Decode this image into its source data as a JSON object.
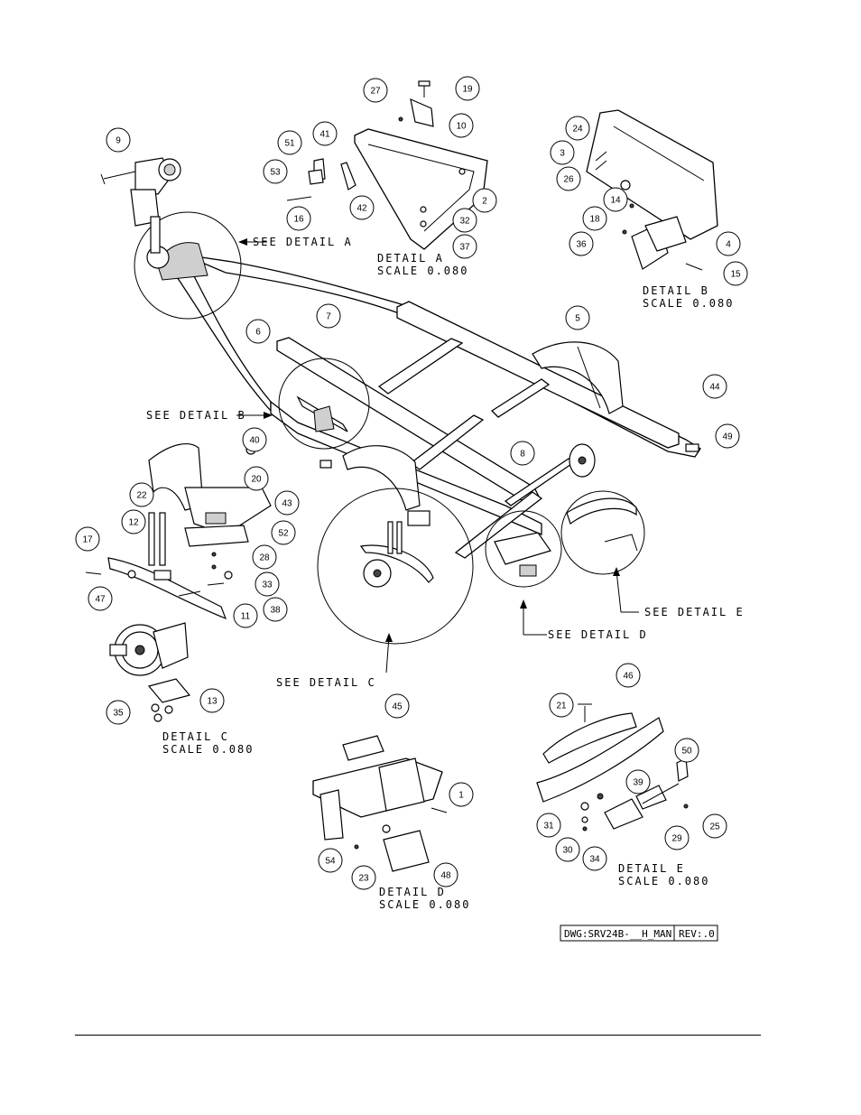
{
  "balloons": [
    "1",
    "2",
    "3",
    "4",
    "5",
    "6",
    "7",
    "8",
    "9",
    "10",
    "11",
    "12",
    "13",
    "14",
    "15",
    "16",
    "17",
    "18",
    "19",
    "20",
    "21",
    "22",
    "23",
    "24",
    "25",
    "26",
    "27",
    "28",
    "29",
    "30",
    "31",
    "32",
    "33",
    "34",
    "35",
    "36",
    "37",
    "38",
    "39",
    "40",
    "41",
    "42",
    "43",
    "44",
    "45",
    "46",
    "47",
    "48",
    "49",
    "50",
    "51",
    "52",
    "53",
    "54"
  ],
  "detail_a": {
    "title": "DETAIL  A",
    "scale": "SCALE  0.080"
  },
  "detail_b": {
    "title": "DETAIL  B",
    "scale": "SCALE  0.080"
  },
  "detail_c": {
    "title": "DETAIL  C",
    "scale": "SCALE  0.080"
  },
  "detail_d": {
    "title": "DETAIL  D",
    "scale": "SCALE  0.080"
  },
  "detail_e": {
    "title": "DETAIL  E",
    "scale": "SCALE  0.080"
  },
  "callouts": {
    "see_a": "SEE DETAIL  A",
    "see_b": "SEE DETAIL  B",
    "see_c": "SEE DETAIL  C",
    "see_d": "SEE DETAIL  D",
    "see_e": "SEE DETAIL  E",
    "see_d_arrow": "—SEE DETAIL  D"
  },
  "title_block": {
    "dwg": "DWG:SRV24B-__H_MAN",
    "rev": "REV:.0"
  }
}
